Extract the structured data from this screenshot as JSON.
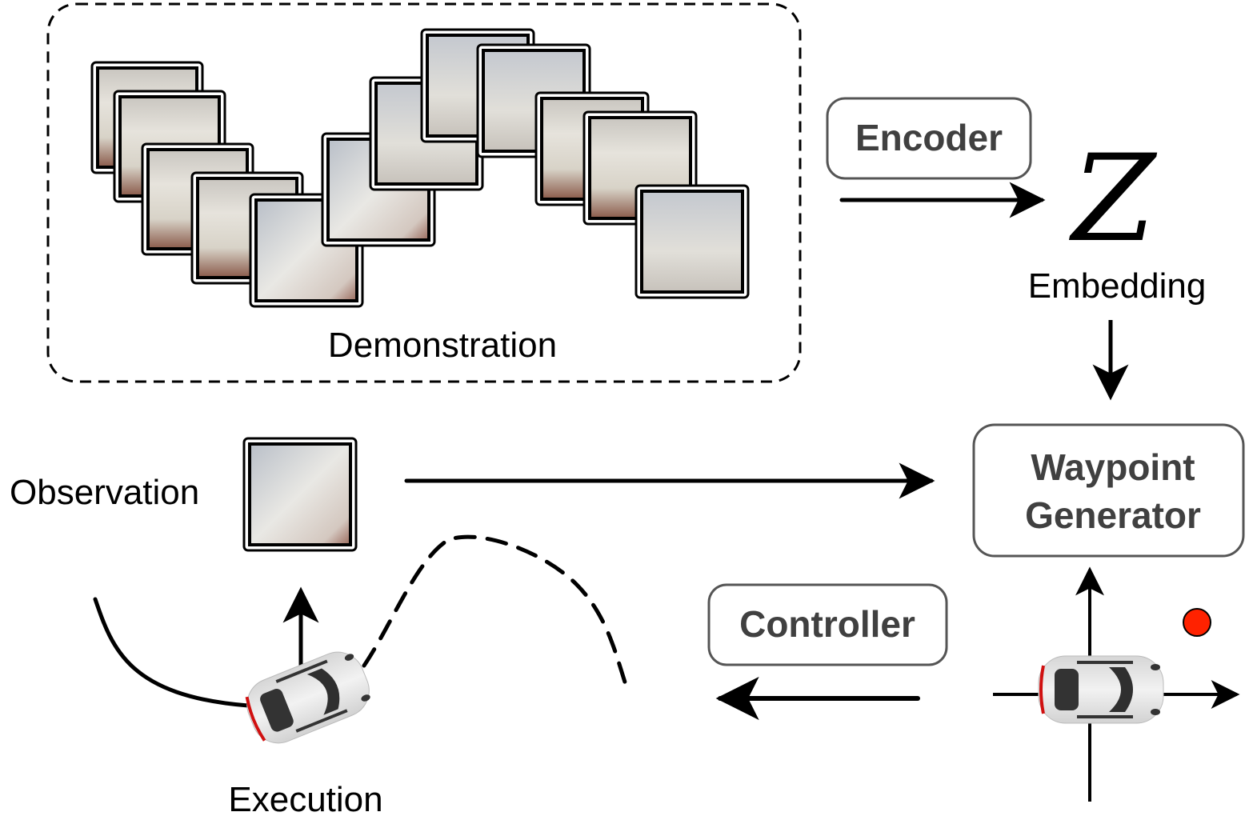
{
  "demonstration": {
    "label": "Demonstration",
    "frame_count": 12
  },
  "encoder": {
    "label": "Encoder"
  },
  "embedding": {
    "symbol": "Z",
    "label": "Embedding"
  },
  "observation": {
    "label": "Observation"
  },
  "waypoint_generator": {
    "line1": "Waypoint",
    "line2": "Generator"
  },
  "controller": {
    "label": "Controller"
  },
  "execution": {
    "label": "Execution"
  },
  "colors": {
    "box_border": "#555555",
    "box_text": "#404040",
    "waypoint_dot": "#ff2200",
    "floor": "#8a5a4a",
    "wall": "#d9d6cf"
  },
  "icons": {
    "car": "car-icon",
    "waypoint": "waypoint-dot-icon"
  }
}
